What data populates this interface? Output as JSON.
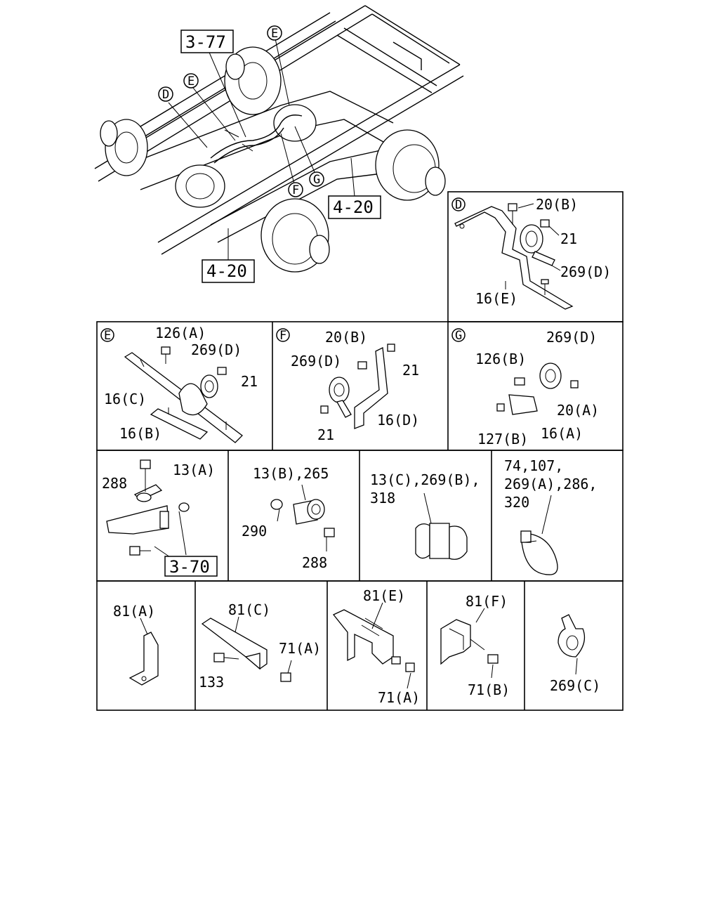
{
  "overview": {
    "refs": [
      "3-77",
      "4-20",
      "4-20"
    ],
    "markers": [
      "D",
      "E",
      "E",
      "F",
      "G"
    ]
  },
  "panels": {
    "D": {
      "letter": "D",
      "labels": [
        "20(B)",
        "21",
        "269(D)",
        "16(E)"
      ]
    },
    "E": {
      "letter": "E",
      "labels": [
        "126(A)",
        "269(D)",
        "21",
        "16(C)",
        "16(B)"
      ]
    },
    "F": {
      "letter": "F",
      "labels": [
        "20(B)",
        "269(D)",
        "21",
        "21",
        "16(D)"
      ]
    },
    "G": {
      "letter": "G",
      "labels": [
        "269(D)",
        "126(B)",
        "20(A)",
        "127(B)",
        "16(A)"
      ]
    },
    "r3p1": {
      "labels": [
        "288",
        "13(A)"
      ],
      "ref": "3-70"
    },
    "r3p2": {
      "labels": [
        "13(B),265",
        "290",
        "288"
      ]
    },
    "r3p3": {
      "labels": [
        "13(C),269(B),",
        "318"
      ]
    },
    "r3p4": {
      "labels": [
        "74,107,",
        "269(A),286,",
        "320"
      ]
    },
    "r4p1": {
      "labels": [
        "81(A)"
      ]
    },
    "r4p2": {
      "labels": [
        "81(C)",
        "71(A)",
        "133"
      ]
    },
    "r4p3": {
      "labels": [
        "81(E)",
        "71(A)"
      ]
    },
    "r4p4": {
      "labels": [
        "81(F)",
        "71(B)"
      ]
    },
    "r4p5": {
      "labels": [
        "269(C)"
      ]
    }
  }
}
